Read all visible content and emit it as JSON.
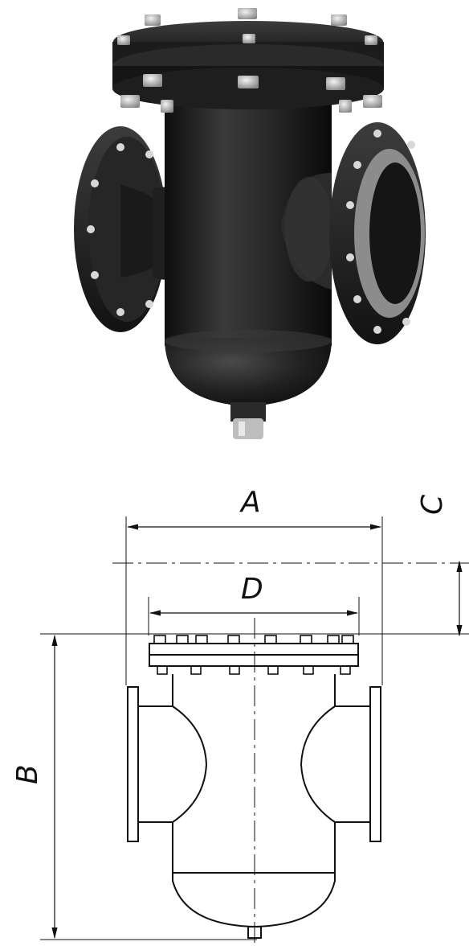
{
  "photo": {
    "subject": "flanged-strainer-photo"
  },
  "drawing": {
    "labels": {
      "overall_width": "A",
      "flange_diameter": "D",
      "overall_height": "B",
      "axis_to_top": "C"
    }
  },
  "colors": {
    "body": "#1c1c1c",
    "bolt": "#c9c9c9",
    "line": "#111111"
  }
}
